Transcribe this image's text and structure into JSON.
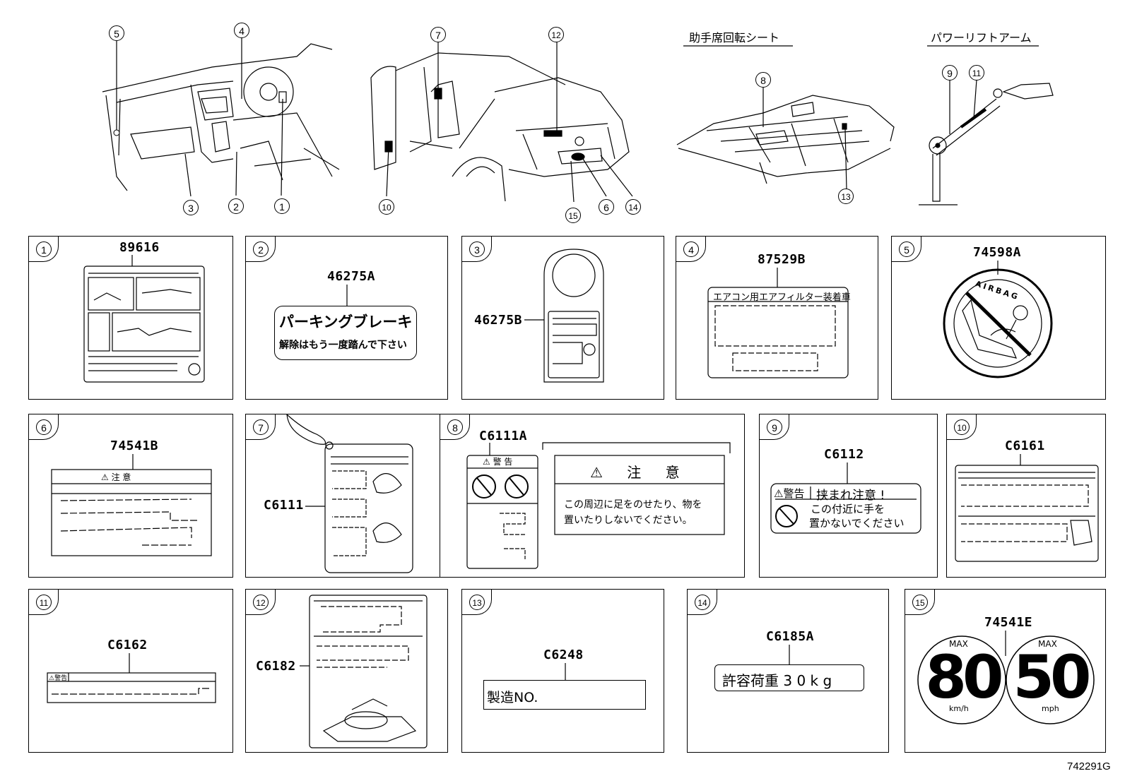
{
  "diagram_id": "742291G",
  "overview": {
    "headers": {
      "swivel_seat": "助手席回転シート",
      "power_lift_arm": "パワーリフトアーム"
    },
    "callouts": {
      "c1": "1",
      "c2": "2",
      "c3": "3",
      "c4": "4",
      "c5": "5",
      "c6": "6",
      "c7": "7",
      "c8": "8",
      "c9": "9",
      "c10": "10",
      "c11": "11",
      "c12": "12",
      "c13": "13",
      "c14": "14",
      "c15": "15"
    }
  },
  "panels": {
    "p1": {
      "num": "1",
      "part": "89616"
    },
    "p2": {
      "num": "2",
      "part": "46275A",
      "line1": "パーキングブレーキ",
      "line2": "解除はもう一度踏んで下さい"
    },
    "p3": {
      "num": "3",
      "part": "46275B"
    },
    "p4": {
      "num": "4",
      "part": "87529B",
      "header": "エアコン用エアフィルター装着車"
    },
    "p5": {
      "num": "5",
      "part": "74598A",
      "arc_text": "AIRBAG"
    },
    "p6": {
      "num": "6",
      "part": "74541B",
      "header": "⚠ 注 意"
    },
    "p7": {
      "num": "7",
      "part": "C6111"
    },
    "p8": {
      "num": "8",
      "part": "C6111A",
      "small_header": "⚠ 警 告",
      "big_header": "⚠ 注 意",
      "line1": "この周辺に足をのせたり、物を",
      "line2": "置いたりしないでください。"
    },
    "p9": {
      "num": "9",
      "part": "C6112",
      "warn": "⚠警告",
      "head": "挟まれ注意 !",
      "line1": "この付近に手を",
      "line2": "置かないでください"
    },
    "p10": {
      "num": "10",
      "part": "C6161"
    },
    "p11": {
      "num": "11",
      "part": "C6162",
      "warn": "⚠警告"
    },
    "p12": {
      "num": "12",
      "part": "C6182"
    },
    "p13": {
      "num": "13",
      "part": "C6248",
      "text": "製造NO."
    },
    "p14": {
      "num": "14",
      "part": "C6185A",
      "text": "許容荷重 3 0 k g"
    },
    "p15": {
      "num": "15",
      "part": "74541E",
      "max1": "MAX",
      "val1": "80",
      "unit1": "km/h",
      "max2": "MAX",
      "val2": "50",
      "unit2": "mph"
    }
  }
}
